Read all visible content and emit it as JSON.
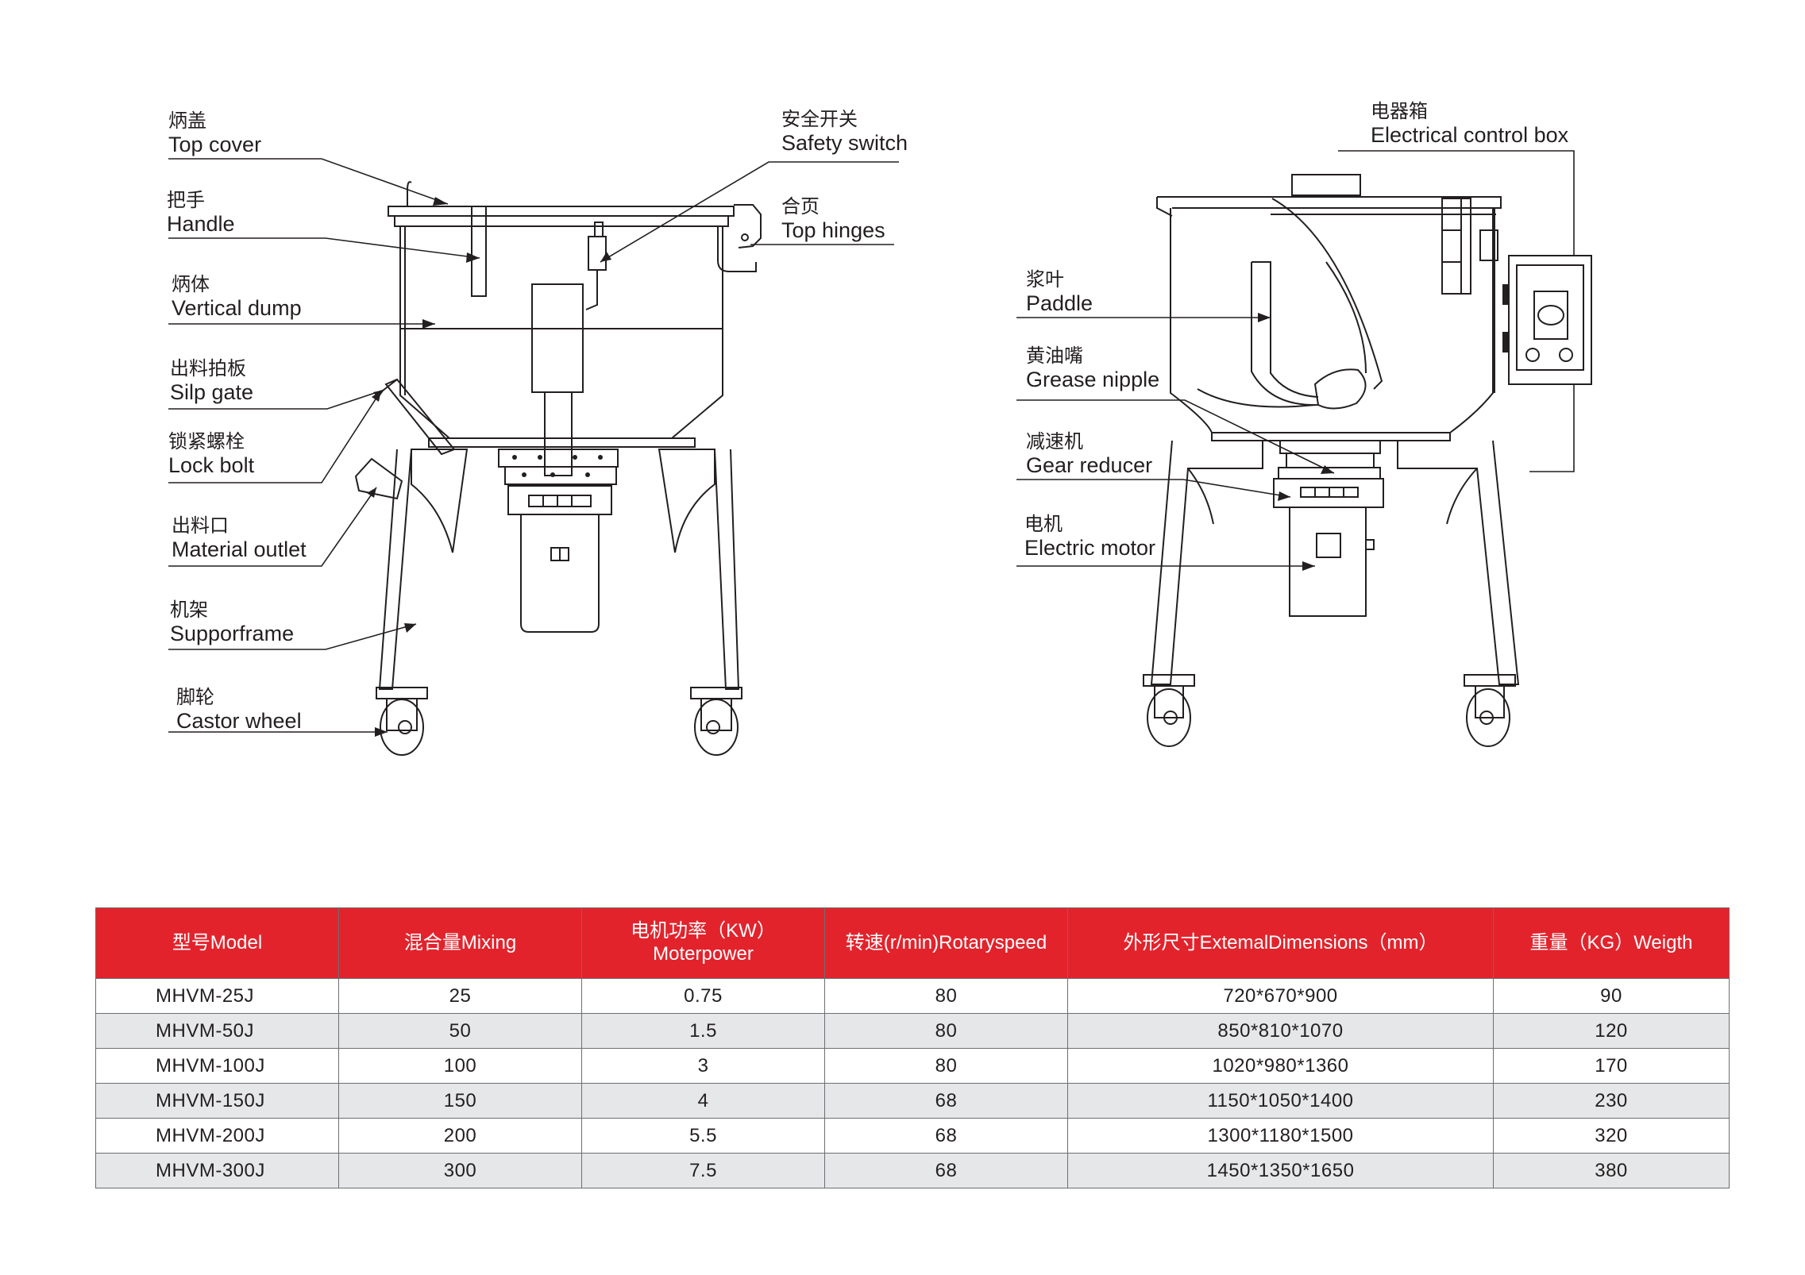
{
  "left_diagram": {
    "labels": [
      {
        "id": "top-cover",
        "cn": "炳盖",
        "en": "Top cover"
      },
      {
        "id": "handle",
        "cn": "把手",
        "en": "Handle"
      },
      {
        "id": "vertical-dump",
        "cn": "炳体",
        "en": "Vertical dump"
      },
      {
        "id": "silp-gate",
        "cn": "出料拍板",
        "en": "Silp gate"
      },
      {
        "id": "lock-bolt",
        "cn": "锁紧螺栓",
        "en": "Lock bolt"
      },
      {
        "id": "material-outlet",
        "cn": "出料口",
        "en": "Material outlet"
      },
      {
        "id": "support-frame",
        "cn": "机架",
        "en": "Supporframe"
      },
      {
        "id": "castor-wheel",
        "cn": "脚轮",
        "en": "Castor wheel"
      },
      {
        "id": "safety-switch",
        "cn": "安全开关",
        "en": "Safety switch"
      },
      {
        "id": "top-hinges",
        "cn": "合页",
        "en": "Top hinges"
      }
    ]
  },
  "right_diagram": {
    "labels": [
      {
        "id": "electrical-control-box",
        "cn": "电器箱",
        "en": "Electrical control box"
      },
      {
        "id": "paddle",
        "cn": "浆叶",
        "en": "Paddle"
      },
      {
        "id": "grease-nipple",
        "cn": "黄油嘴",
        "en": "Grease nipple"
      },
      {
        "id": "gear-reducer",
        "cn": "减速机",
        "en": "Gear reducer"
      },
      {
        "id": "electric-motor",
        "cn": "电机",
        "en": "Electric motor"
      }
    ]
  },
  "spec_table": {
    "header_color": "#e3232c",
    "stripe_color": "#e6e7e8",
    "headers": [
      "型号Model",
      "混合量Mixing",
      "电机功率（KW）\nMoterpower",
      "转速(r/min)Rotaryspeed",
      "外形尺寸ExtemalDimensions（mm）",
      "重量（KG）Weigth"
    ],
    "rows": [
      [
        "MHVM-25J",
        "25",
        "0.75",
        "80",
        "720*670*900",
        "90"
      ],
      [
        "MHVM-50J",
        "50",
        "1.5",
        "80",
        "850*810*1070",
        "120"
      ],
      [
        "MHVM-100J",
        "100",
        "3",
        "80",
        "1020*980*1360",
        "170"
      ],
      [
        "MHVM-150J",
        "150",
        "4",
        "68",
        "1150*1050*1400",
        "230"
      ],
      [
        "MHVM-200J",
        "200",
        "5.5",
        "68",
        "1300*1180*1500",
        "320"
      ],
      [
        "MHVM-300J",
        "300",
        "7.5",
        "68",
        "1450*1350*1650",
        "380"
      ]
    ]
  }
}
